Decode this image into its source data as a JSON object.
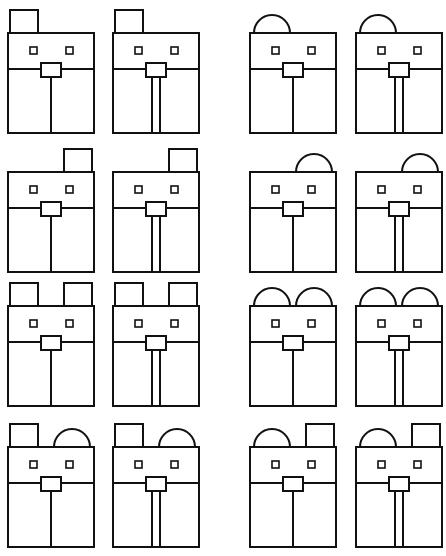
{
  "figures": [
    {
      "id": "r1c1",
      "accessories": [
        {
          "type": "square",
          "side": "left"
        }
      ],
      "leg": "line"
    },
    {
      "id": "r1c2",
      "accessories": [
        {
          "type": "square",
          "side": "left"
        }
      ],
      "leg": "rect"
    },
    {
      "id": "r1c3",
      "accessories": [
        {
          "type": "dome",
          "side": "left"
        }
      ],
      "leg": "line"
    },
    {
      "id": "r1c4",
      "accessories": [
        {
          "type": "dome",
          "side": "left"
        }
      ],
      "leg": "rect"
    },
    {
      "id": "r2c1",
      "accessories": [
        {
          "type": "square",
          "side": "right"
        }
      ],
      "leg": "line"
    },
    {
      "id": "r2c2",
      "accessories": [
        {
          "type": "square",
          "side": "right"
        }
      ],
      "leg": "rect"
    },
    {
      "id": "r2c3",
      "accessories": [
        {
          "type": "dome",
          "side": "right"
        }
      ],
      "leg": "line"
    },
    {
      "id": "r2c4",
      "accessories": [
        {
          "type": "dome",
          "side": "right"
        }
      ],
      "leg": "rect"
    },
    {
      "id": "r3c1",
      "accessories": [
        {
          "type": "square",
          "side": "left"
        },
        {
          "type": "square",
          "side": "right"
        }
      ],
      "leg": "line"
    },
    {
      "id": "r3c2",
      "accessories": [
        {
          "type": "square",
          "side": "left"
        },
        {
          "type": "square",
          "side": "right"
        }
      ],
      "leg": "rect"
    },
    {
      "id": "r3c3",
      "accessories": [
        {
          "type": "dome",
          "side": "left"
        },
        {
          "type": "dome",
          "side": "right"
        }
      ],
      "leg": "line"
    },
    {
      "id": "r3c4",
      "accessories": [
        {
          "type": "dome",
          "side": "left"
        },
        {
          "type": "dome",
          "side": "right"
        }
      ],
      "leg": "rect"
    },
    {
      "id": "r4c1",
      "accessories": [
        {
          "type": "square",
          "side": "left"
        },
        {
          "type": "dome",
          "side": "right"
        }
      ],
      "leg": "line"
    },
    {
      "id": "r4c2",
      "accessories": [
        {
          "type": "square",
          "side": "left"
        },
        {
          "type": "dome",
          "side": "right"
        }
      ],
      "leg": "rect"
    },
    {
      "id": "r4c3",
      "accessories": [
        {
          "type": "dome",
          "side": "left"
        },
        {
          "type": "square",
          "side": "right"
        }
      ],
      "leg": "line"
    },
    {
      "id": "r4c4",
      "accessories": [
        {
          "type": "dome",
          "side": "left"
        },
        {
          "type": "square",
          "side": "right"
        }
      ],
      "leg": "rect"
    }
  ]
}
